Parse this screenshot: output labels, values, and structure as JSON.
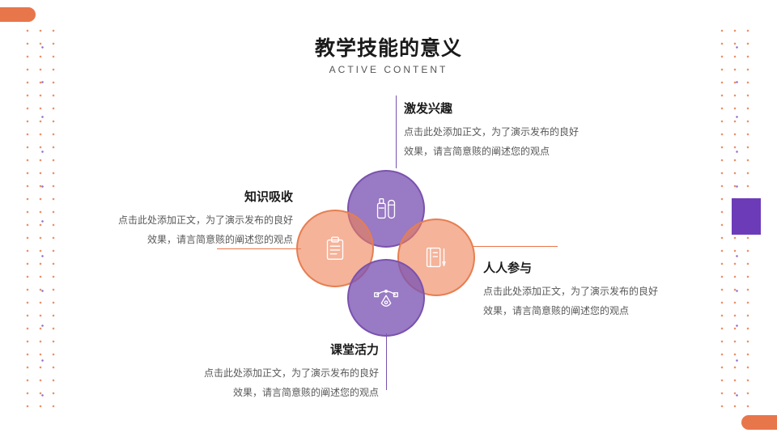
{
  "header": {
    "title": "教学技能的意义",
    "subtitle": "ACTIVE  CONTENT"
  },
  "items": [
    {
      "position": "top",
      "heading": "激发兴趣",
      "body_line1": "点击此处添加正文，为了演示发布的良好",
      "body_line2": "效果，请言简意赅的阐述您的观点",
      "icon": "cosmetic-bottles-icon",
      "circle_color": "purple"
    },
    {
      "position": "left",
      "heading": "知识吸收",
      "body_line1": "点击此处添加正文，为了演示发布的良好",
      "body_line2": "效果，请言简意赅的阐述您的观点",
      "icon": "clipboard-icon",
      "circle_color": "orange"
    },
    {
      "position": "right",
      "heading": "人人参与",
      "body_line1": "点击此处添加正文，为了演示发布的良好",
      "body_line2": "效果，请言简意赅的阐述您的观点",
      "icon": "notebook-pen-icon",
      "circle_color": "orange"
    },
    {
      "position": "bottom",
      "heading": "课堂活力",
      "body_line1": "点击此处添加正文，为了演示发布的良好",
      "body_line2": "效果，请言简意赅的阐述您的观点",
      "icon": "bezier-pen-icon",
      "circle_color": "purple"
    }
  ],
  "colors": {
    "orange": "#E8764B",
    "purple": "#7A52AE",
    "edge_square_purple": "#6C3CB8",
    "heading_text": "#1A1A1A",
    "body_text": "#595959"
  }
}
